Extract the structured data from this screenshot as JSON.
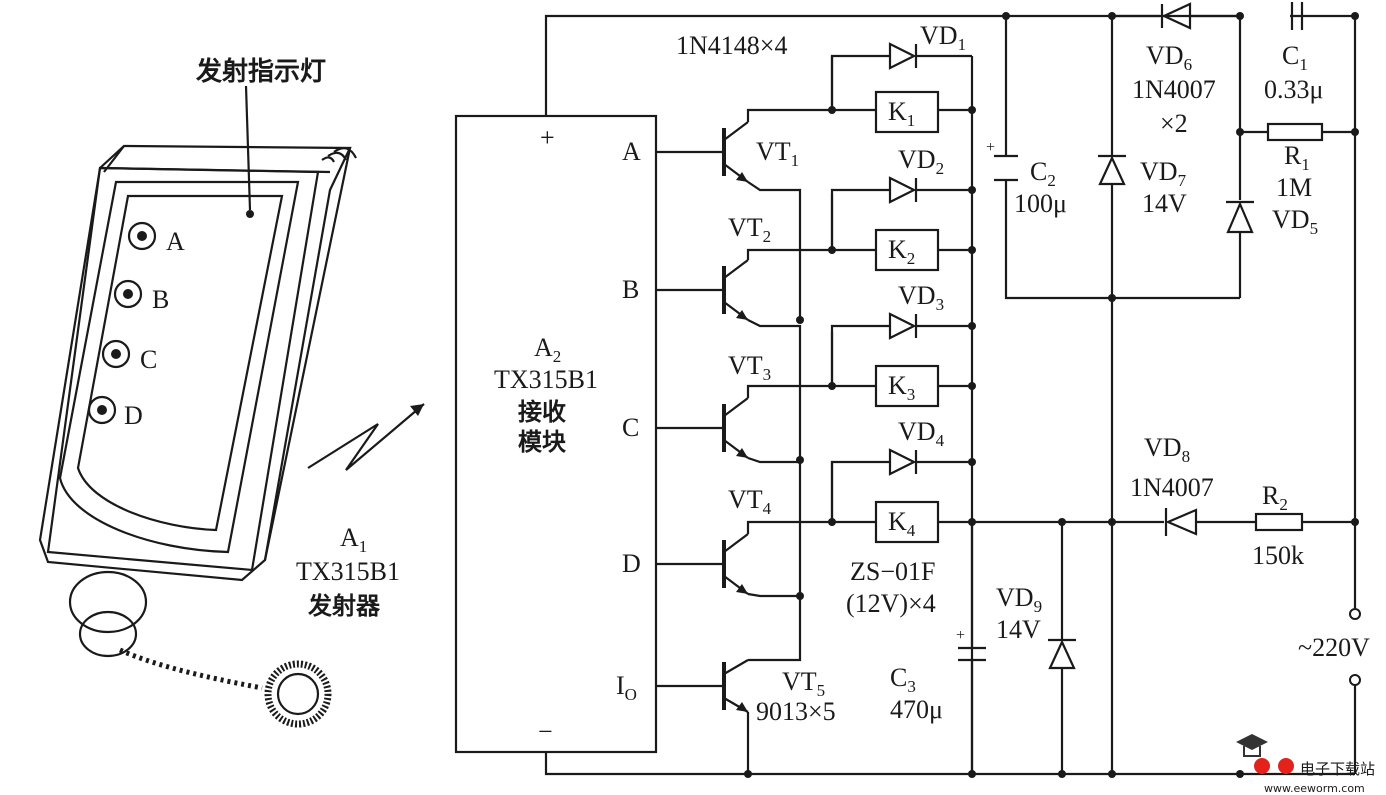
{
  "transmitter": {
    "indicator_label": "发射指示灯",
    "buttons": [
      "A",
      "B",
      "C",
      "D"
    ],
    "name_line1": "A",
    "name_line1_sub": "1",
    "name_line2": "TX315B1",
    "name_line3": "发射器"
  },
  "receiver": {
    "name_line1": "A",
    "name_line1_sub": "2",
    "name_line2": "TX315B1",
    "name_line3": "接收",
    "name_line4": "模块",
    "plus": "+",
    "minus": "−",
    "pins": [
      "A",
      "B",
      "C",
      "D",
      "I"
    ],
    "pin_io_sub": "O"
  },
  "transistors": {
    "labels": [
      "VT",
      "VT",
      "VT",
      "VT",
      "VT"
    ],
    "subs": [
      "1",
      "2",
      "3",
      "4",
      "5"
    ],
    "model": "9013×5"
  },
  "diodes_group": {
    "note": "1N4148×4",
    "labels": [
      "VD",
      "VD",
      "VD",
      "VD"
    ],
    "subs": [
      "1",
      "2",
      "3",
      "4"
    ]
  },
  "relays": {
    "labels": [
      "K",
      "K",
      "K",
      "K"
    ],
    "subs": [
      "1",
      "2",
      "3",
      "4"
    ],
    "model_line1": "ZS−01F",
    "model_line2": "(12V)×4"
  },
  "power": {
    "c2": "C",
    "c2_sub": "2",
    "c2_value": "100μ",
    "vd7": "VD",
    "vd7_sub": "7",
    "vd7_value": "14V",
    "vd6": "VD",
    "vd6_sub": "6",
    "vd6_model": "1N4007",
    "vd6_count": "×2",
    "c1": "C",
    "c1_sub": "1",
    "c1_value": "0.33μ",
    "r1": "R",
    "r1_sub": "1",
    "r1_value": "1M",
    "vd5": "VD",
    "vd5_sub": "5",
    "vd8": "VD",
    "vd8_sub": "8",
    "vd8_model": "1N4007",
    "r2": "R",
    "r2_sub": "2",
    "r2_value": "150k",
    "vd9": "VD",
    "vd9_sub": "9",
    "vd9_value": "14V",
    "c3": "C",
    "c3_sub": "3",
    "c3_value": "470μ",
    "mains": "~220V"
  },
  "watermark": {
    "brand": "电子下载站",
    "url": "www.eeworm.com"
  }
}
